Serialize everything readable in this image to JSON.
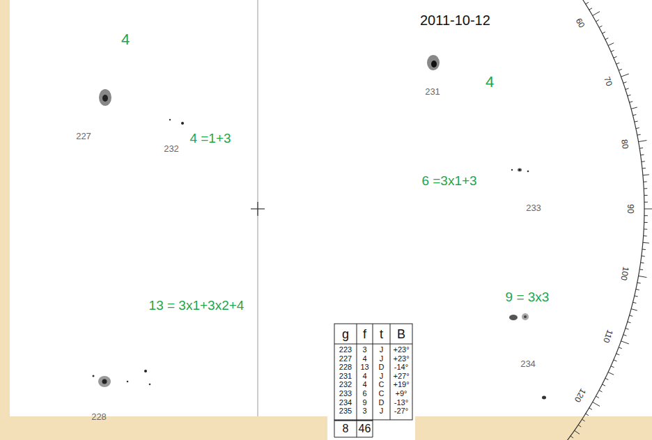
{
  "diagram": {
    "title": "2011-10-12",
    "labels": [
      "4",
      "227",
      "232",
      "4 =1+3",
      "13 = 3x1+3x2+4",
      "228",
      "231",
      "4",
      "6 =3x1+3",
      "233",
      "9 = 3x3",
      "234",
      "60",
      "70",
      "80",
      "90",
      "100",
      "110",
      "120",
      "g",
      "f",
      "t",
      "B",
      "223",
      "3",
      "J",
      "+23°",
      "227",
      "4",
      "J",
      "+23°",
      "228",
      "13",
      "D",
      "-14°",
      "231",
      "4",
      "J",
      "+27°",
      "232",
      "4",
      "C",
      "+19°",
      "233",
      "6",
      "C",
      "+9°",
      "234",
      "9",
      "D",
      "-13°",
      "235",
      "3",
      "J",
      "-27°",
      "8",
      "46"
    ]
  }
}
